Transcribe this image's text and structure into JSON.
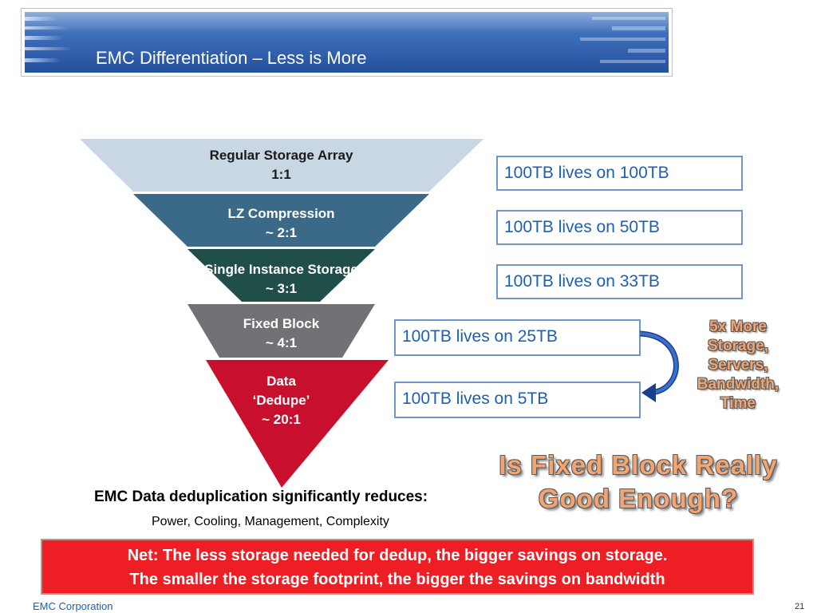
{
  "header": {
    "title": "EMC Differentiation – Less is More"
  },
  "pyramid": {
    "levels": [
      {
        "name": "Regular Storage Array",
        "ratio": "1:1",
        "color": "#c9d6e3"
      },
      {
        "name": "LZ Compression",
        "ratio": "~ 2:1",
        "color": "#3b6a89"
      },
      {
        "name": "Single Instance Storage",
        "ratio": "~ 3:1",
        "color": "#1f4f48"
      },
      {
        "name": "Fixed Block",
        "ratio": "~ 4:1",
        "color": "#717275"
      },
      {
        "line1": "Data",
        "line2": "‘Dedupe’",
        "ratio": "~ 20:1",
        "color": "#c8102e"
      }
    ]
  },
  "boxes": [
    {
      "text": "100TB lives on 100TB"
    },
    {
      "text": "100TB lives on 50TB"
    },
    {
      "text": "100TB lives on 33TB"
    },
    {
      "text": "100TB lives on 25TB"
    },
    {
      "text": "100TB lives on 5TB"
    }
  ],
  "callout": {
    "lines": [
      "5x More",
      "Storage,",
      "Servers,",
      "Bandwidth,",
      "Time"
    ]
  },
  "question": {
    "line1": "Is Fixed Block Really",
    "line2": "Good Enough?"
  },
  "reduces": {
    "heading": "EMC Data deduplication significantly reduces:",
    "items": "Power, Cooling, Management, Complexity"
  },
  "net": {
    "line1": "Net:  The less storage needed for dedup, the bigger savings on storage.",
    "line2": "The smaller the storage footprint, the bigger the savings on bandwidth"
  },
  "footer": {
    "company": "EMC Corporation",
    "page": "21"
  },
  "colors": {
    "accent_blue": "#1f5fad",
    "callout_orange": "#f4a470",
    "net_red": "#ee1f24"
  }
}
